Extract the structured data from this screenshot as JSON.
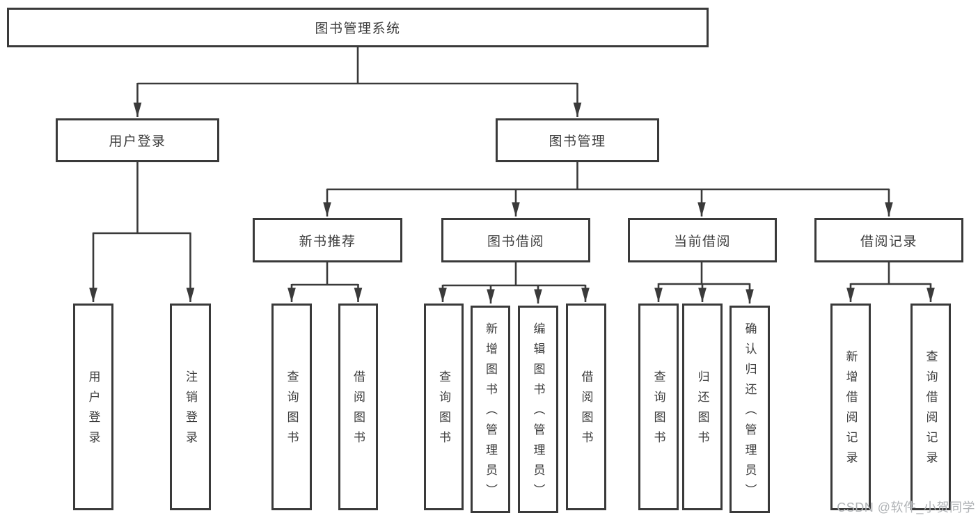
{
  "colors": {
    "line": "#3a3a3a",
    "text": "#3c3c3c",
    "box_background": "#ffffff",
    "watermark": "#b0b3b6"
  },
  "watermark": {
    "text": "CSDN @软件_小贺同学"
  },
  "tree": {
    "label": "图书管理系统",
    "children": [
      {
        "label": "用户登录",
        "children": [
          {
            "label": "用户登录"
          },
          {
            "label": "注销登录"
          }
        ]
      },
      {
        "label": "图书管理",
        "children": [
          {
            "label": "新书推荐",
            "children": [
              {
                "label": "查询图书"
              },
              {
                "label": "借阅图书"
              }
            ]
          },
          {
            "label": "图书借阅",
            "children": [
              {
                "label": "查询图书"
              },
              {
                "label": "新增图书（管理员）"
              },
              {
                "label": "编辑图书（管理员）"
              },
              {
                "label": "借阅图书"
              }
            ]
          },
          {
            "label": "当前借阅",
            "children": [
              {
                "label": "查询图书"
              },
              {
                "label": "归还图书"
              },
              {
                "label": "确认归还（管理员）"
              }
            ]
          },
          {
            "label": "借阅记录",
            "children": [
              {
                "label": "新增借阅记录"
              },
              {
                "label": "查询借阅记录"
              }
            ]
          }
        ]
      }
    ]
  }
}
